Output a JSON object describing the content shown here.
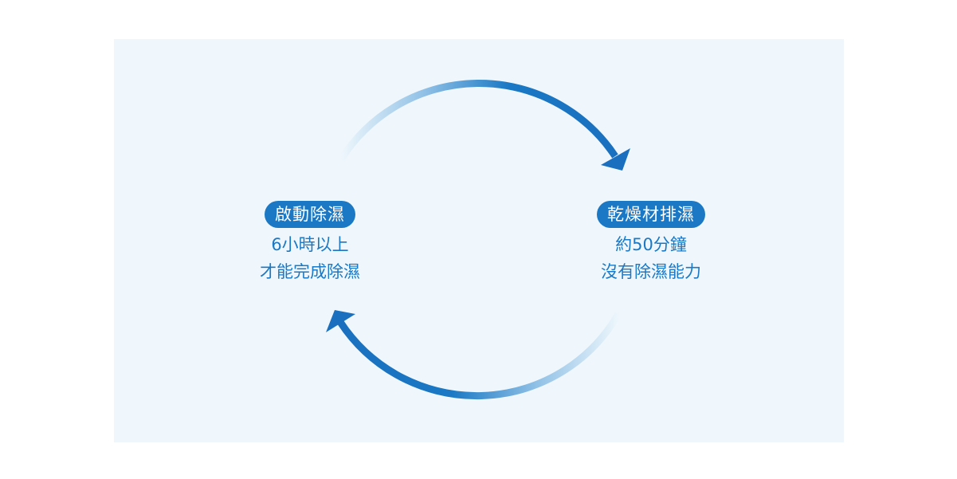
{
  "colors": {
    "panel_background": "#eff7fc",
    "accent_blue": "#1a78c4",
    "arrow_fade": "#eff7fc",
    "pill_text": "#ffffff"
  },
  "cycle": {
    "left_node": {
      "title": "啟動除濕",
      "line1": "6小時以上",
      "line2": "才能完成除濕"
    },
    "right_node": {
      "title": "乾燥材排濕",
      "line1": "約50分鐘",
      "line2": "沒有除濕能力"
    }
  }
}
